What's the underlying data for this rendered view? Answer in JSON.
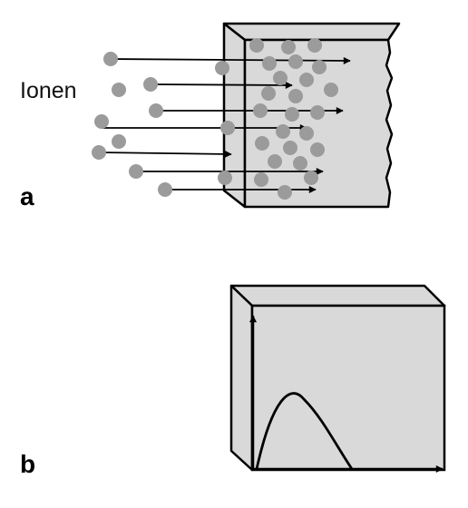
{
  "labels": {
    "ions": "Ionen",
    "panel_a": "a",
    "panel_b": "b"
  },
  "colors": {
    "block_fill": "#d9d9d9",
    "block_stroke": "#000000",
    "ion": "#9b9b9b",
    "arrow": "#000000",
    "curve": "#000000"
  },
  "icons": {
    "ion": "filled-circle",
    "arrow": "arrow-right",
    "axis": "arrow"
  }
}
